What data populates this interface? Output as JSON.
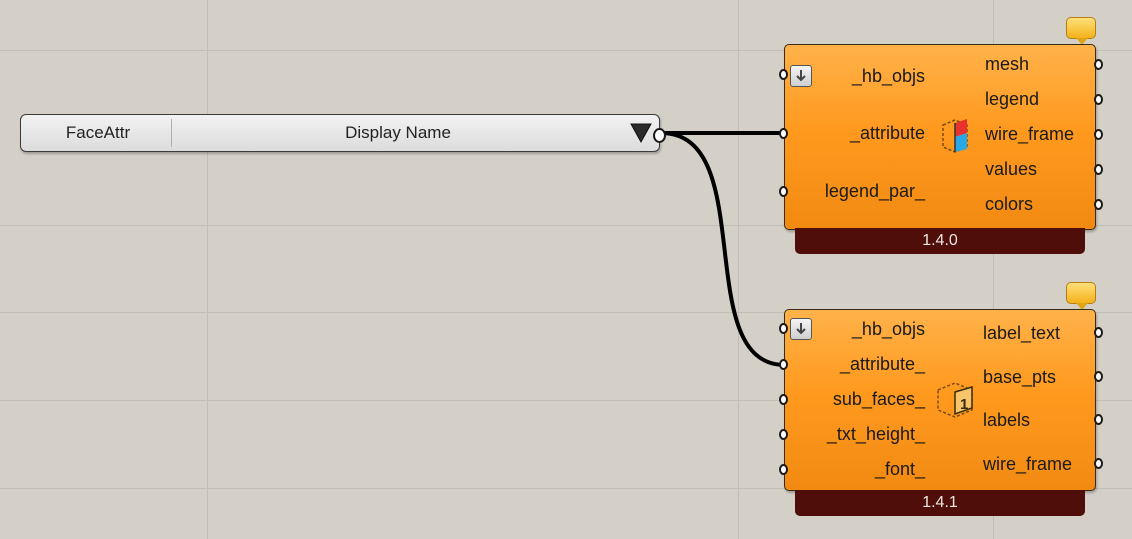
{
  "value_list": {
    "name": "FaceAttr",
    "selected": "Display Name",
    "dropdown_icon": "triangle-down-icon"
  },
  "component_1": {
    "inputs": [
      "_hb_objs",
      "_attribute",
      "legend_par_"
    ],
    "outputs": [
      "mesh",
      "legend",
      "wire_frame",
      "values",
      "colors"
    ],
    "version": "1.4.0",
    "icon": "color-face-attribute-icon",
    "flatten_icon": "flatten-arrow-icon",
    "bubble_icon": "message-bubble-icon"
  },
  "component_2": {
    "inputs": [
      "_hb_objs",
      "_attribute_",
      "sub_faces_",
      "_txt_height_",
      "_font_"
    ],
    "outputs": [
      "label_text",
      "base_pts",
      "labels",
      "wire_frame"
    ],
    "version": "1.4.1",
    "icon": "label-face-icon",
    "flatten_icon": "flatten-arrow-icon",
    "bubble_icon": "message-bubble-icon"
  },
  "colors": {
    "canvas": "#d4d0c8",
    "component_orange": "#ff9a1f",
    "version_bar": "#4f0e0a",
    "bubble": "#f3b21b",
    "wire": "#000000"
  }
}
